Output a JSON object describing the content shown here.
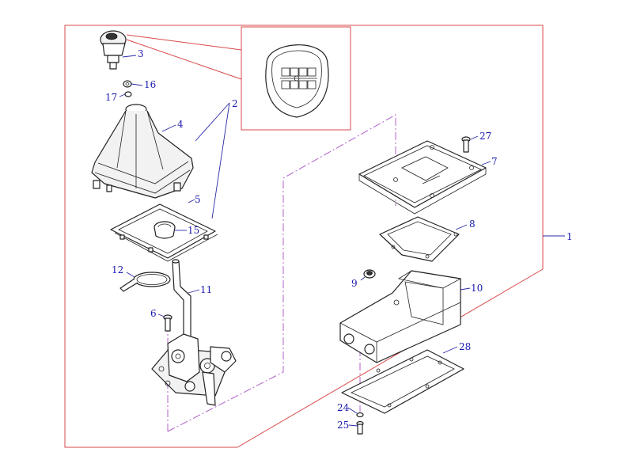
{
  "callouts": {
    "c1": "1",
    "c2": "2",
    "c3": "3",
    "c4": "4",
    "c5": "5",
    "c6": "6",
    "c7": "7",
    "c8": "8",
    "c9": "9",
    "c10": "10",
    "c11": "11",
    "c12": "12",
    "c15": "15",
    "c16": "16",
    "c17": "17",
    "c24": "24",
    "c25": "25",
    "c27": "27",
    "c28": "28"
  },
  "colors": {
    "frame": "#d94a4a",
    "callout_text": "#1a1ab0",
    "centerline": "#b060c8",
    "linework": "#222222"
  }
}
